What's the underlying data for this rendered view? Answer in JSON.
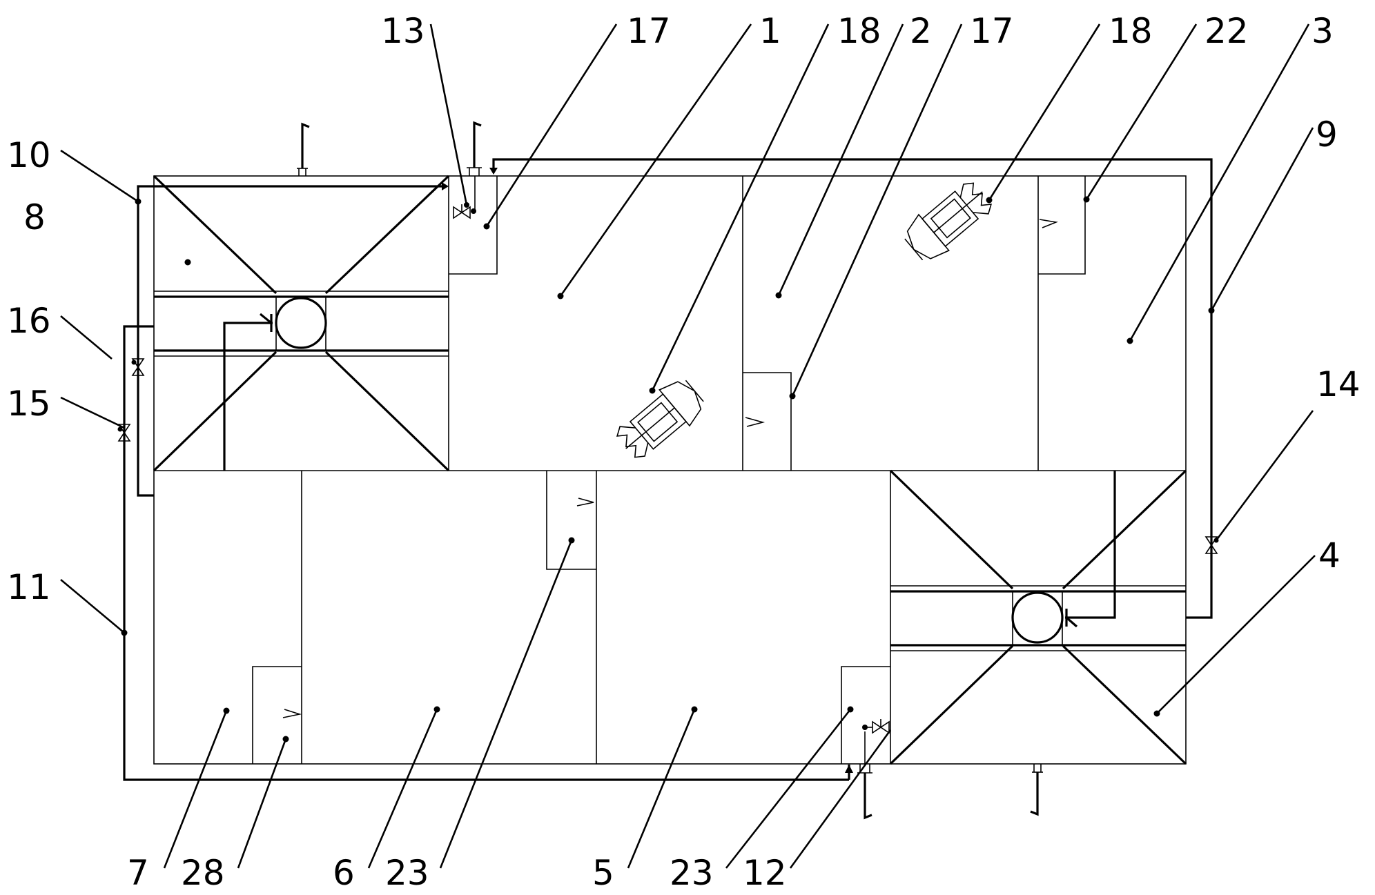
{
  "labels": {
    "l13": "13",
    "l17a": "17",
    "l1": "1",
    "l18a": "18",
    "l2": "2",
    "l17b": "17",
    "l18b": "18",
    "l22": "22",
    "l3": "3",
    "l9": "9",
    "l10": "10",
    "l8": "8",
    "l16": "16",
    "l15": "15",
    "l14": "14",
    "l11": "11",
    "l4": "4",
    "l7": "7",
    "l28": "28",
    "l6": "6",
    "l23a": "23",
    "l5": "5",
    "l23b": "23",
    "l12": "12"
  }
}
